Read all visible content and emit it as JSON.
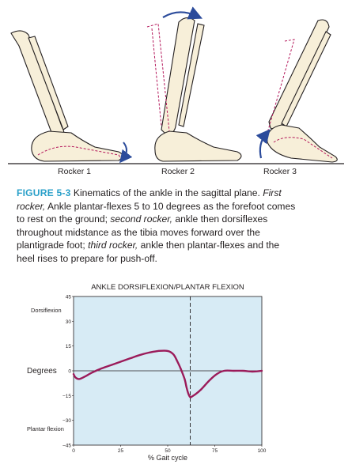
{
  "rocker_labels": [
    "Rocker 1",
    "Rocker 2",
    "Rocker 3"
  ],
  "caption": {
    "fig_label": "FIGURE 5-3",
    "l1_a": " Kinematics of the ankle in the sagittal plane. ",
    "l1_b": "First",
    "l2_a": "rocker,",
    "l2_b": " Ankle plantar-flexes 5 to 10 degrees as the forefoot comes",
    "l3": "to rest on the ground; ",
    "l3_b": "second rocker,",
    "l3_c": " ankle then dorsiflexes",
    "l4": "throughout midstance as the tibia moves forward over the",
    "l5_a": "plantigrade foot; ",
    "l5_b": "third rocker,",
    "l5_c": " ankle then plantar-flexes and the",
    "l6": "heel rises to prepare for push-off."
  },
  "colors": {
    "caption_accent": "#2aa0c9",
    "plot_bg": "#d7ebf5",
    "curve": "#9b1b5a",
    "bone_fill": "#f7efd9",
    "outline_dash": "#b5195c",
    "arrow": "#2b4b9b"
  },
  "chart_data": {
    "type": "line",
    "title": "ANKLE DORSIFLEXION/PLANTAR FLEXION",
    "xlabel": "% Gait cycle",
    "ylabel": "Degrees",
    "y_annotations": [
      "Dorsiflexion",
      "Plantar flexion"
    ],
    "xlim": [
      0,
      100
    ],
    "ylim": [
      -45,
      45
    ],
    "x_ticks": [
      0,
      25,
      50,
      75,
      100
    ],
    "y_ticks": [
      45,
      30,
      15,
      0,
      -15,
      -30,
      -45
    ],
    "y_tick_labels": [
      "45",
      "30",
      "15",
      "0",
      "−15",
      "−30",
      "−45"
    ],
    "reference_line_x": 62,
    "series": [
      {
        "x": [
          0,
          1,
          3,
          6,
          10,
          15,
          20,
          25,
          30,
          35,
          40,
          45,
          50,
          53,
          55,
          57,
          59,
          60,
          61,
          62,
          63,
          65,
          68,
          72,
          76,
          80,
          85,
          90,
          95,
          100
        ],
        "values": [
          -2,
          -4,
          -5,
          -3.5,
          -1,
          1.5,
          3.5,
          5.5,
          7.5,
          9.5,
          11,
          12,
          12,
          10,
          6,
          1,
          -5,
          -10,
          -14,
          -16,
          -15.5,
          -14,
          -11,
          -6,
          -2,
          0,
          0,
          0,
          -0.5,
          0
        ]
      }
    ]
  }
}
